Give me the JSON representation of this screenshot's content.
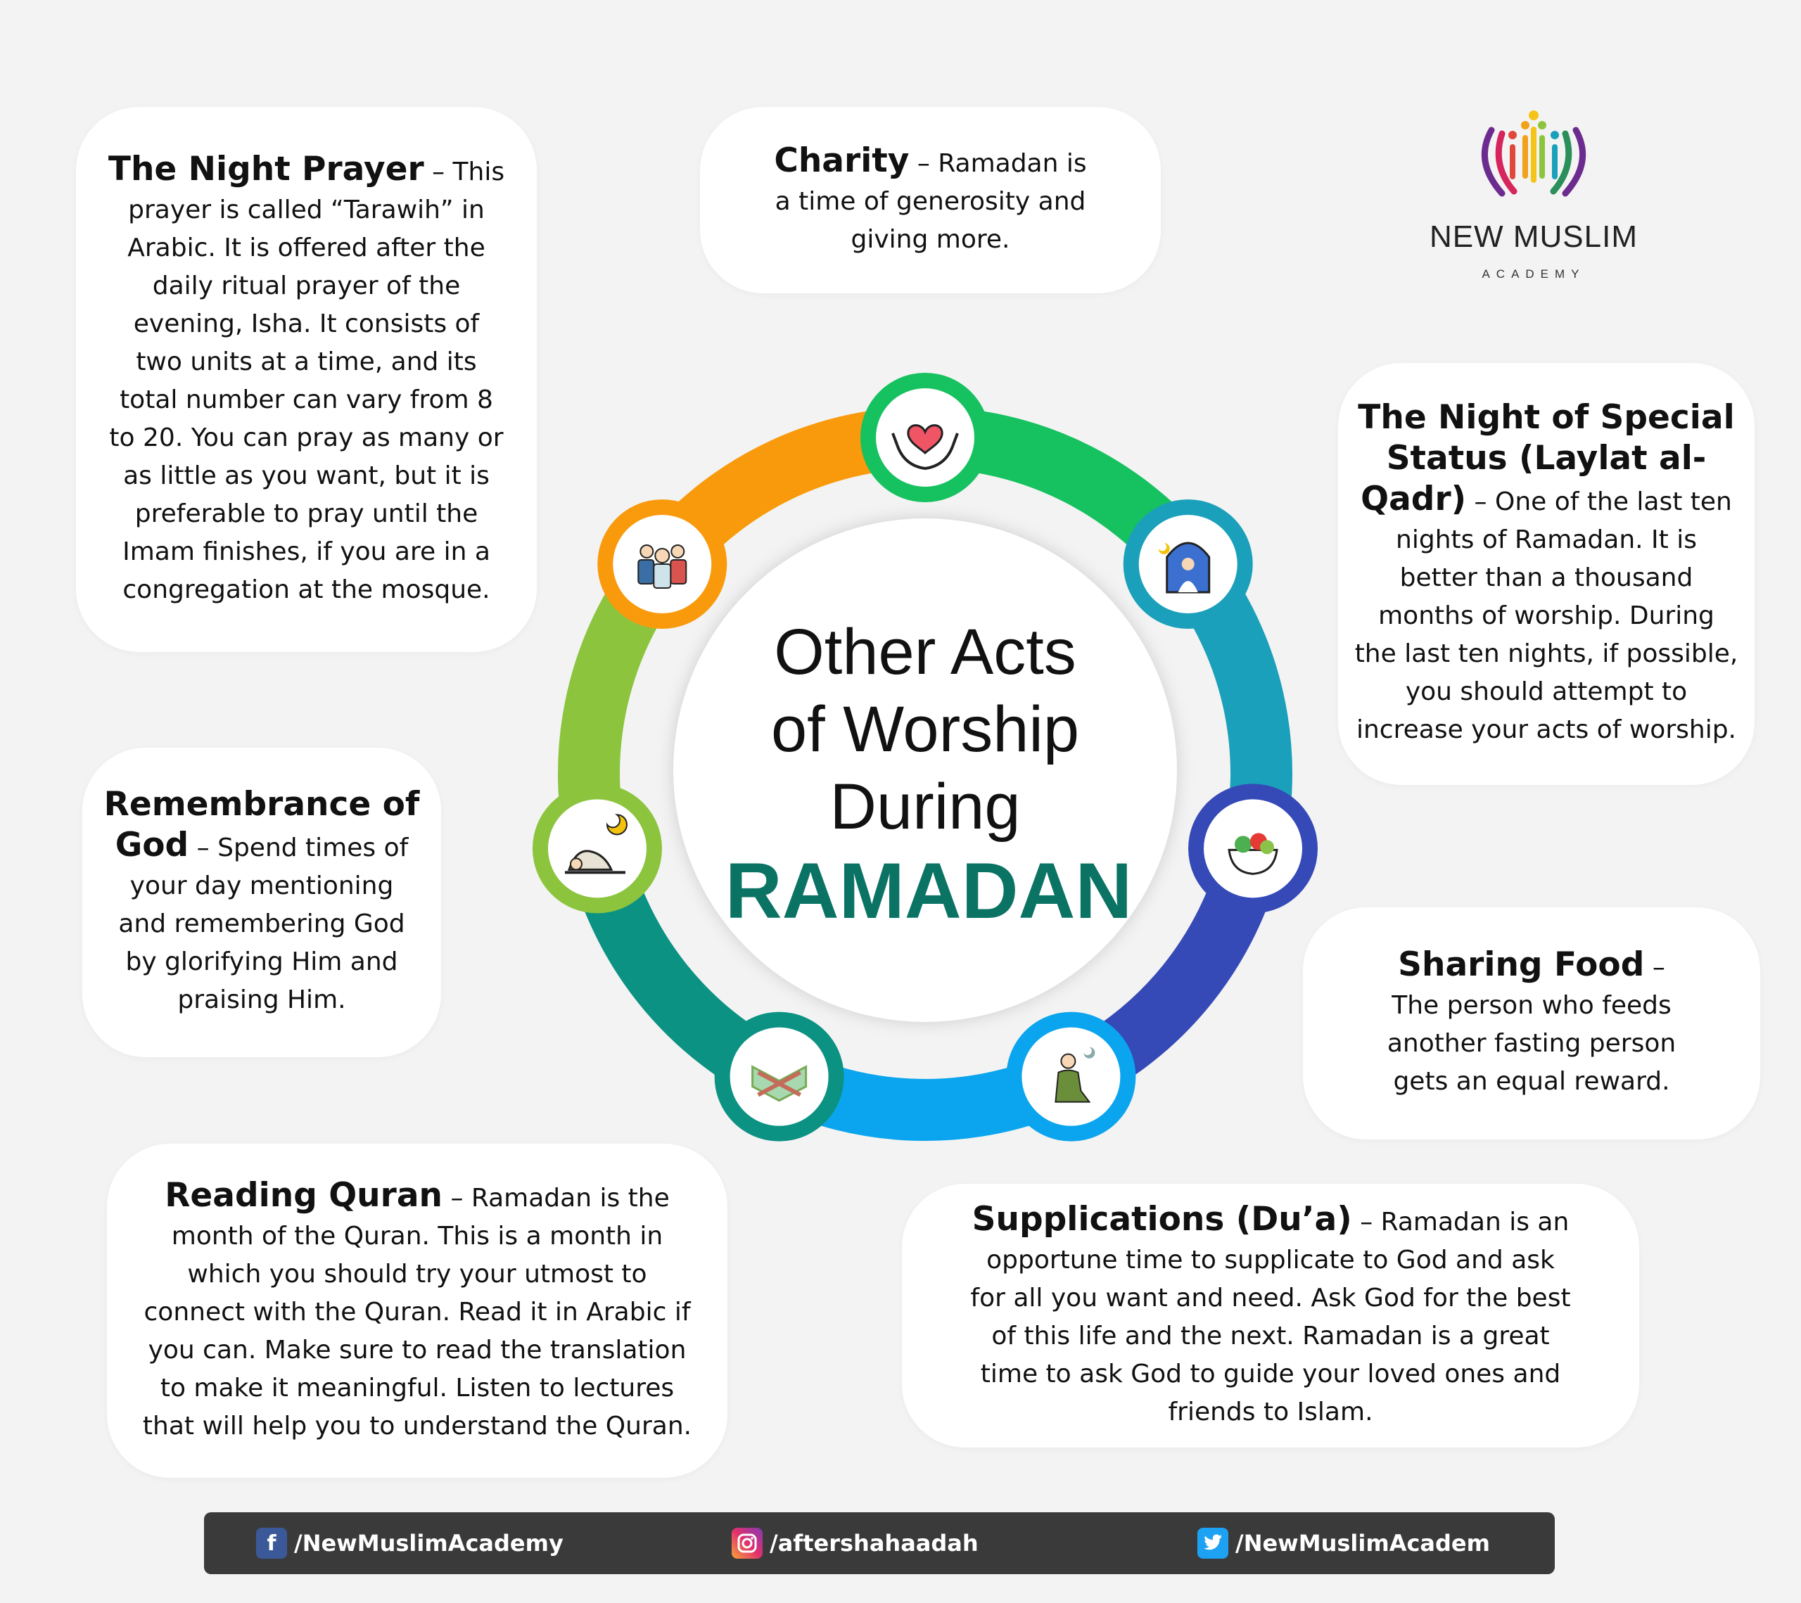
{
  "center": {
    "title_lines": [
      "Other Acts",
      "of Worship",
      "During"
    ],
    "highlight": "RAMADAN",
    "highlight_color": "#0a7364"
  },
  "brand": {
    "name": "NEW MUSLIM",
    "tagline": "ACADEMY"
  },
  "cards": {
    "night_prayer": {
      "title": "The Night Prayer",
      "text": " – This prayer is called “Tarawih” in Arabic. It is offered after the daily ritual prayer of the evening, Isha. It consists of two units at a time, and its total number can vary from 8 to 20. You can pray as many or as little as you want, but it is preferable to pray until the Imam finishes, if you are in a congregation at the mosque."
    },
    "charity": {
      "title": "Charity",
      "text": " – Ramadan is a time of generosity and giving more."
    },
    "laylat_al_qadr": {
      "title": "The Night of Special Status (Laylat al-Qadr)",
      "text": " – One of the last ten nights of Ramadan. It is better than a thousand months of worship. During the last ten nights, if possible, you should attempt to increase your acts of worship."
    },
    "remembrance": {
      "title": "Remembrance of God",
      "text": " – Spend times of your day mentioning and remembering God by glorifying Him and praising Him."
    },
    "sharing_food": {
      "title": "Sharing Food",
      "text": " – The person who feeds another fasting person gets an equal reward."
    },
    "reading_quran": {
      "title": "Reading Quran",
      "text": " – Ramadan is the month of the Quran. This is a month in which you should try your utmost to connect with the Quran. Read it in Arabic if you can. Make sure to read the translation to make it meaningful. Listen to lectures that will help you to understand the Quran."
    },
    "supplications": {
      "title": "Supplications (Du’a)",
      "text": " – Ramadan is an opportune time to supplicate to God and ask for all you want and need. Ask God for the best of this life and the next. Ramadan is a great time to ask God to guide your loved ones and friends to Islam."
    }
  },
  "segments": [
    {
      "key": "charity",
      "color": "#16c15f",
      "icon": "charity-heart-hands-icon"
    },
    {
      "key": "laylat_al_qadr",
      "color": "#1ba0bb",
      "icon": "night-prayer-mosque-icon"
    },
    {
      "key": "sharing_food",
      "color": "#3549b7",
      "icon": "food-bowl-icon"
    },
    {
      "key": "supplications",
      "color": "#0aa5ee",
      "icon": "supplication-person-icon"
    },
    {
      "key": "reading_quran",
      "color": "#0b9283",
      "icon": "quran-book-icon"
    },
    {
      "key": "remembrance",
      "color": "#8cc43d",
      "icon": "prostration-moon-icon"
    },
    {
      "key": "night_prayer",
      "color": "#f99a0c",
      "icon": "congregation-people-icon"
    }
  ],
  "footer": {
    "facebook": "/NewMuslimAcademy",
    "instagram": "/aftershahaadah",
    "twitter": "/NewMuslimAcadem"
  }
}
